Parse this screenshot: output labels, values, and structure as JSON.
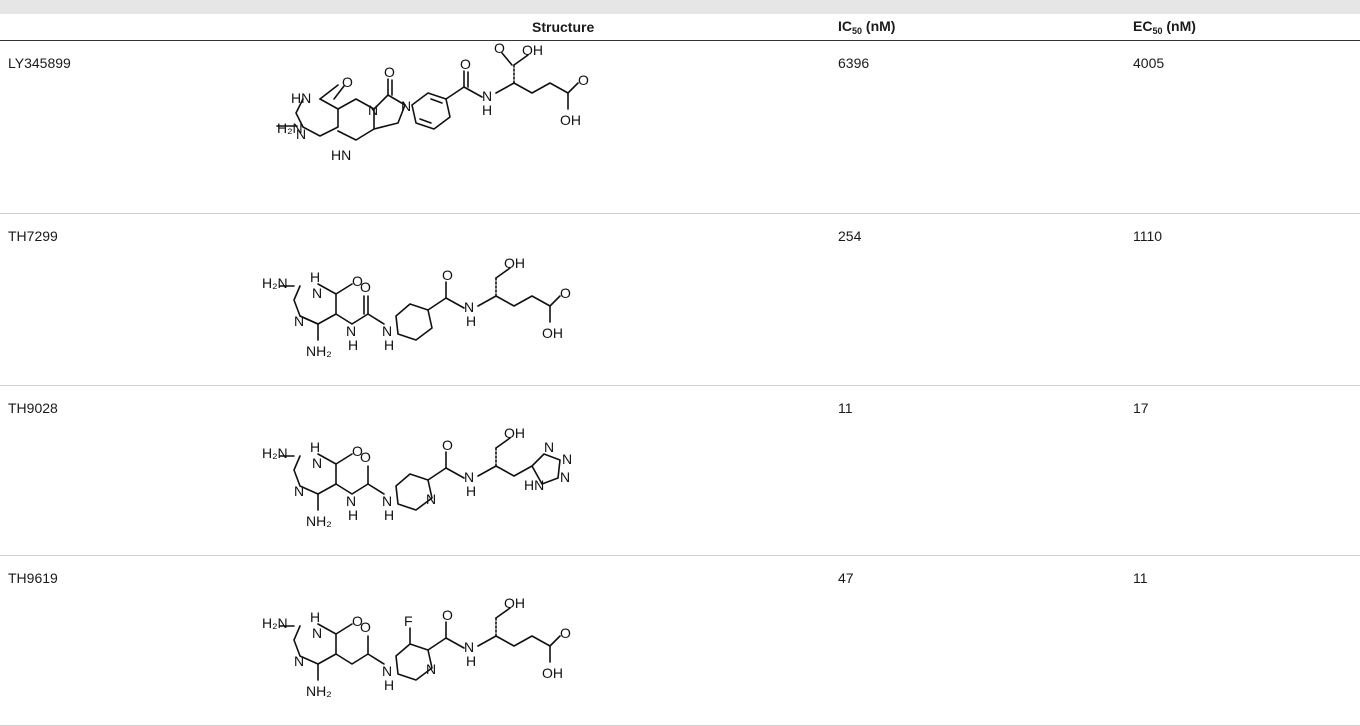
{
  "header": {
    "structure": "Structure",
    "ic_base": "IC",
    "ec_base": "EC",
    "subscript": "50",
    "unit": "(nM)"
  },
  "rows": [
    {
      "compound": "LY345899",
      "ic50": "6396",
      "ec50": "4005"
    },
    {
      "compound": "TH7299",
      "ic50": "254",
      "ec50": "1110"
    },
    {
      "compound": "TH9028",
      "ic50": "11",
      "ec50": "17"
    },
    {
      "compound": "TH9619",
      "ic50": "47",
      "ec50": "11"
    }
  ],
  "atoms": {
    "oh": "OH",
    "o": "O",
    "n": "N",
    "h": "H",
    "hn": "HN",
    "h2n": "H₂N",
    "nh2": "NH₂",
    "f": "F"
  }
}
